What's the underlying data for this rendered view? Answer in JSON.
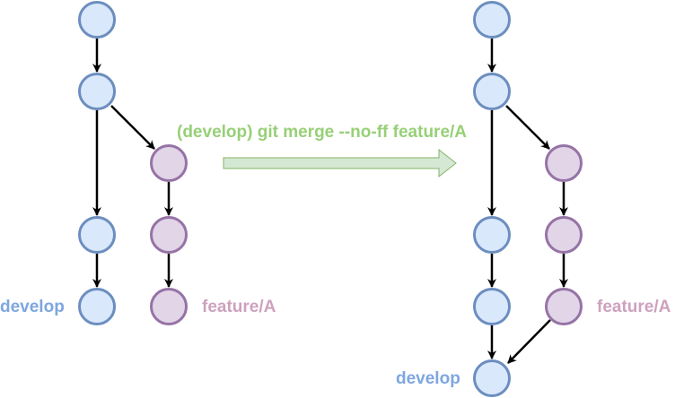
{
  "colors": {
    "develop_fill": "#dae8fc",
    "develop_stroke": "#6c8ebf",
    "develop_label": "#7ea6e0",
    "feature_fill": "#e1d5e7",
    "feature_stroke": "#9673a6",
    "feature_label": "#cda2be",
    "merge_text": "#97d077",
    "merge_arrow_fill": "#d5e8d4",
    "merge_arrow_stroke": "#82b366",
    "edge": "#000000"
  },
  "before": {
    "develop_label": "develop",
    "feature_label": "feature/A",
    "develop_commits": 4,
    "feature_commits": 3
  },
  "command": {
    "text": "(develop) git merge --no-ff feature/A"
  },
  "after": {
    "develop_label": "develop",
    "feature_label": "feature/A",
    "develop_commits": 5,
    "feature_commits": 3,
    "merge_commit": true
  }
}
